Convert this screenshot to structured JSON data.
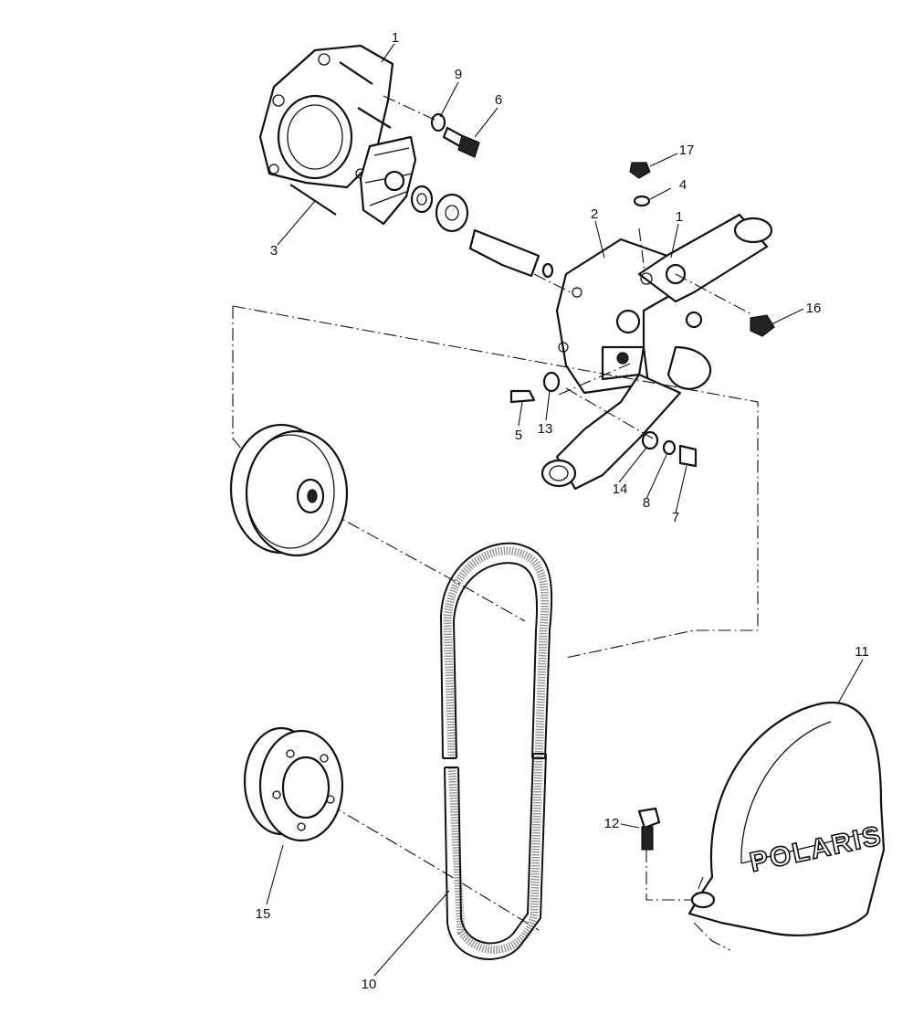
{
  "callouts": [
    {
      "id": "1a",
      "label": "1"
    },
    {
      "id": "9",
      "label": "9"
    },
    {
      "id": "6",
      "label": "6"
    },
    {
      "id": "17",
      "label": "17"
    },
    {
      "id": "4",
      "label": "4"
    },
    {
      "id": "2",
      "label": "2"
    },
    {
      "id": "1b",
      "label": "1"
    },
    {
      "id": "3",
      "label": "3"
    },
    {
      "id": "16",
      "label": "16"
    },
    {
      "id": "5",
      "label": "5"
    },
    {
      "id": "13",
      "label": "13"
    },
    {
      "id": "14",
      "label": "14"
    },
    {
      "id": "8",
      "label": "8"
    },
    {
      "id": "7",
      "label": "7"
    },
    {
      "id": "11",
      "label": "11"
    },
    {
      "id": "12",
      "label": "12"
    },
    {
      "id": "15",
      "label": "15"
    },
    {
      "id": "10",
      "label": "10"
    }
  ],
  "cover_logo": "POLARIS"
}
